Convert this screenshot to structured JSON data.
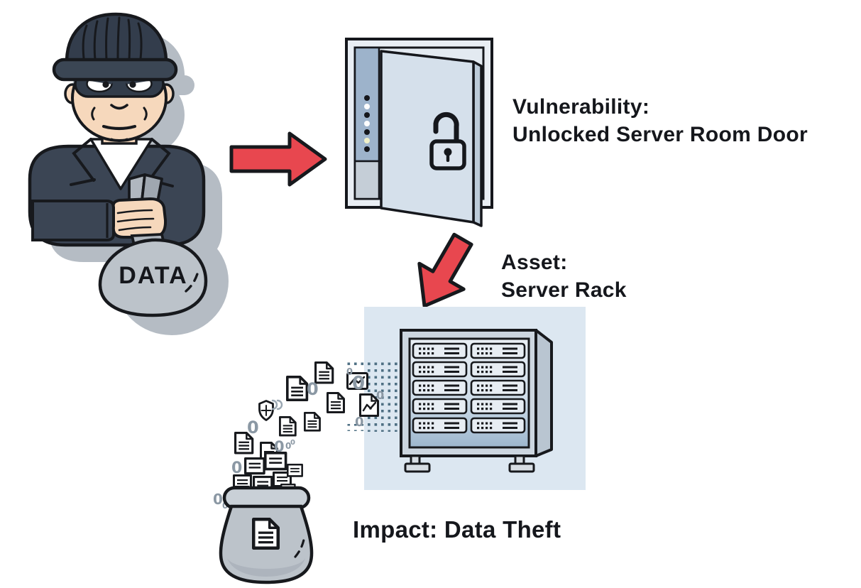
{
  "labels": {
    "vulnerability_title": "Vulnerability:",
    "vulnerability_subtitle": "Unlocked Server Room Door",
    "asset_title": "Asset:",
    "asset_subtitle": "Server Rack",
    "impact": "Impact: Data Theft",
    "bag_text": "DATA",
    "digit": "0"
  },
  "colors": {
    "background": "#ffffff",
    "text": "#15171c",
    "outline": "#17191d",
    "arrow_red": "#e8474f",
    "thief_dark": "#3b4554",
    "hat_dark": "#333d4c",
    "skin": "#f6d8bc",
    "bag_gray": "#bcc3ca",
    "shadow_gray": "#b5bcc4",
    "door_panel_blue": "#d5e0eb",
    "door_strip_blue": "#9db3cb",
    "rack_panel_blue": "#dce7f1",
    "rack_body_gray": "#ccd6e0",
    "server_face": "#e7edf3",
    "dot_grid_teal": "#4f7084"
  },
  "icons": [
    "thief-figure",
    "data-bag",
    "right-arrow",
    "open-door",
    "keypad-leds",
    "unlocked-padlock",
    "down-arrow",
    "server-rack",
    "document",
    "image-chart",
    "line-chart-document",
    "shield",
    "binary-zero",
    "theft-bag"
  ]
}
